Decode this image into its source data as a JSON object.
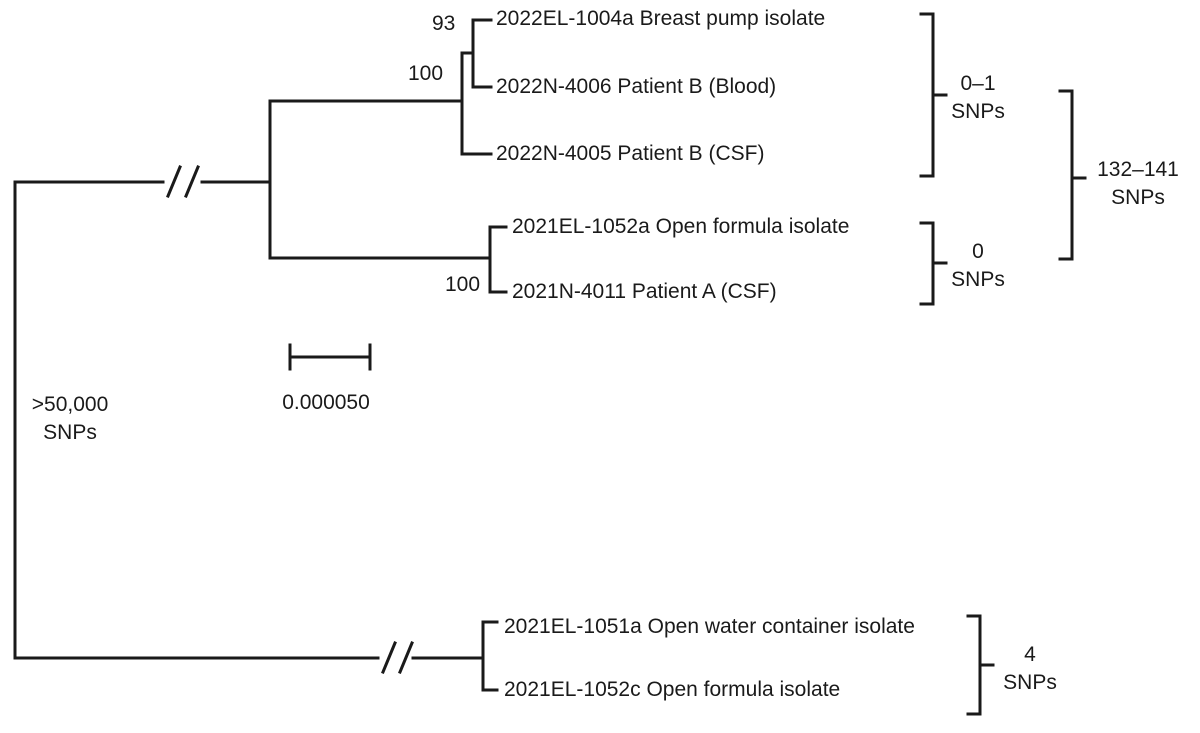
{
  "figure": {
    "type": "phylogenetic-tree",
    "background_color": "#ffffff",
    "line_color": "#1a1a1a",
    "text_color": "#1a1a1a"
  },
  "taxa": [
    {
      "label": "2022EL-1004a Breast pump isolate"
    },
    {
      "label": "2022N-4006 Patient B (Blood)"
    },
    {
      "label": "2022N-4005 Patient B (CSF)"
    },
    {
      "label": "2021EL-1052a Open formula isolate"
    },
    {
      "label": "2021N-4011 Patient A (CSF)"
    },
    {
      "label": "2021EL-1051a Open water container isolate"
    },
    {
      "label": "2021EL-1052c Open formula isolate"
    }
  ],
  "bootstrap_values": [
    {
      "node": "breast-pump-plus-patient-b-blood",
      "label": "93"
    },
    {
      "node": "patient-b-clade",
      "label": "100"
    },
    {
      "node": "patient-a-clade",
      "label": "100"
    }
  ],
  "snp_annotations": [
    {
      "group": "patient-b-clade",
      "value": "0–1",
      "unit": "SNPs"
    },
    {
      "group": "patient-b-vs-patient-a-clades",
      "value": "132–141",
      "unit": "SNPs"
    },
    {
      "group": "patient-a-clade",
      "value": "0",
      "unit": "SNPs"
    },
    {
      "group": "environmental-clade",
      "value": "4",
      "unit": "SNPs"
    },
    {
      "group": "root-divergence",
      "value": ">50,000",
      "unit": "SNPs"
    }
  ],
  "scale_bar": {
    "label": "0.000050"
  },
  "tree_topology": {
    "note": "rooted phylogram; // marks indicate truncated branch lengths",
    "clades": [
      {
        "support": "100",
        "members": [
          "2022EL-1004a Breast pump isolate",
          "2022N-4006 Patient B (Blood)",
          "2022N-4005 Patient B (CSF)"
        ],
        "inner_clade": {
          "support": "93",
          "members": [
            "2022EL-1004a Breast pump isolate",
            "2022N-4006 Patient B (Blood)"
          ]
        }
      },
      {
        "support": "100",
        "members": [
          "2021EL-1052a Open formula isolate",
          "2021N-4011 Patient A (CSF)"
        ]
      },
      {
        "members": [
          "2021EL-1051a Open water container isolate",
          "2021EL-1052c Open formula isolate"
        ]
      }
    ]
  }
}
